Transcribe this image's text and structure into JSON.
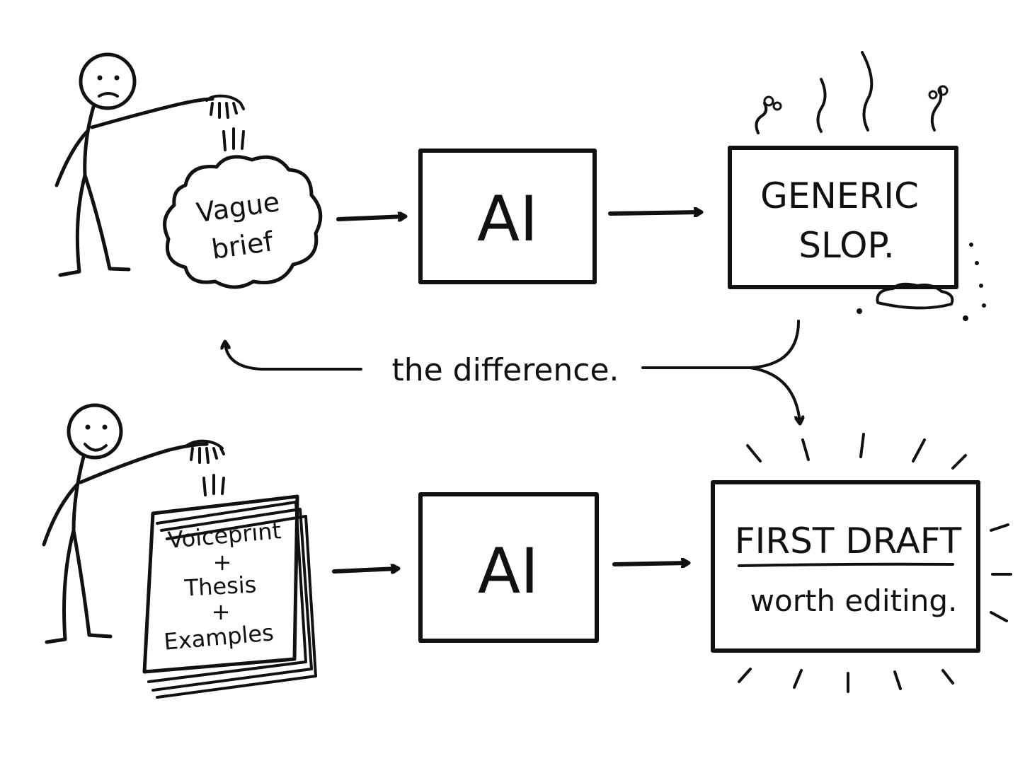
{
  "top_row": {
    "input_label_line1": "Vague",
    "input_label_line2": "brief",
    "model_label": "AI",
    "output_line1": "GENERIC",
    "output_line2": "SLOP."
  },
  "connector": {
    "label": "the difference."
  },
  "bottom_row": {
    "stack_line1": "Voiceprint",
    "stack_plus1": "+",
    "stack_line2": "Thesis",
    "stack_plus2": "+",
    "stack_line3": "Examples",
    "model_label": "AI",
    "output_title": "FIRST DRAFT",
    "output_subtitle": "worth editing."
  },
  "colors": {
    "ink": "#111111",
    "background": "#ffffff"
  }
}
